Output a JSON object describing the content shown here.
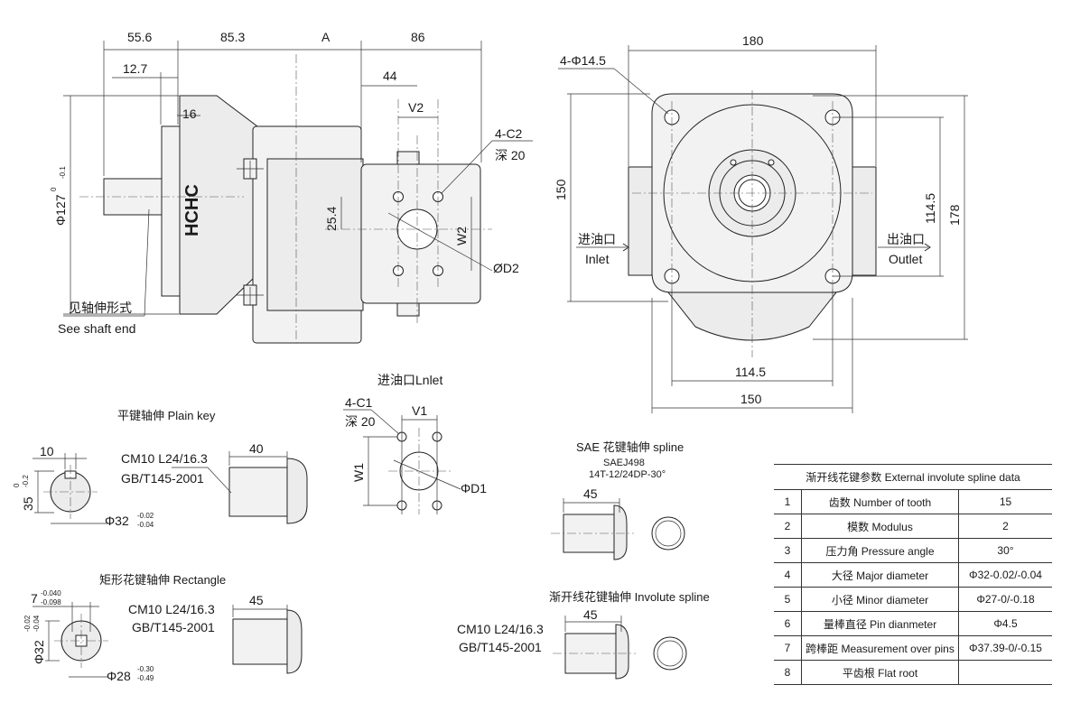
{
  "brand": "HCHC",
  "side_view": {
    "dims": {
      "d55_6": "55.6",
      "d85_3": "85.3",
      "dA": "A",
      "d86": "86",
      "d12_7": "12.7",
      "d16": "16",
      "d44": "44",
      "dV2": "V2",
      "dW2": "W2",
      "d25_4": "25.4",
      "dD2": "ØD2"
    },
    "dia127": "Φ127",
    "dia127_tol_top": "0",
    "dia127_tol_bot": "-0.1",
    "chamfer": "4-C2",
    "depth": "深 20",
    "shaft_note_cn": "见轴伸形式",
    "shaft_note_en": "See shaft end"
  },
  "front_view": {
    "d180": "180",
    "holes": "4-Φ14.5",
    "d150v": "150",
    "d114_5v": "114.5",
    "d178": "178",
    "d114_5h": "114.5",
    "d150h": "150",
    "inlet_cn": "进油口",
    "inlet_en": "Inlet",
    "outlet_cn": "出油口",
    "outlet_en": "Outlet"
  },
  "inlet_port": {
    "title": "进油口Lnlet",
    "chamfer": "4-C1",
    "depth": "深 20",
    "v1": "V1",
    "w1": "W1",
    "d1": "ΦD1"
  },
  "plain_key": {
    "title": "平键轴伸  Plain key",
    "d10": "10",
    "d40": "40",
    "cm": "CM10 L24/16.3",
    "gb": "GB/T145-2001",
    "d35": "35",
    "d35_tol_top": "0",
    "d35_tol_bot": "-0.2",
    "d32": "Φ32",
    "d32_tol_top": "-0.02",
    "d32_tol_bot": "-0.04"
  },
  "rect_spline": {
    "title": "矩形花键轴伸  Rectangle",
    "d7": "7",
    "d7_tol_top": "-0.040",
    "d7_tol_bot": "-0.098",
    "d45": "45",
    "cm": "CM10 L24/16.3",
    "gb": "GB/T145-2001",
    "d32": "Φ32",
    "d32_tol_top": "-0.02",
    "d32_tol_bot": "-0.04",
    "d28": "Φ28",
    "d28_tol_top": "-0.30",
    "d28_tol_bot": "-0.49"
  },
  "sae_spline": {
    "title": "SAE 花键轴伸  spline",
    "std": "SAEJ498",
    "spec": "14T-12/24DP-30°",
    "d45": "45"
  },
  "involute_spline": {
    "title": "渐开线花键轴伸  Involute spline",
    "d45": "45",
    "cm": "CM10 L24/16.3",
    "gb": "GB/T145-2001"
  },
  "spline_table": {
    "title": "渐开线花键参数  External involute spline data",
    "rows": [
      {
        "no": "1",
        "name": "齿数 Number of tooth",
        "value": "15"
      },
      {
        "no": "2",
        "name": "模数 Modulus",
        "value": "2"
      },
      {
        "no": "3",
        "name": "压力角 Pressure angle",
        "value": "30°"
      },
      {
        "no": "4",
        "name": "大径 Major diameter",
        "value": "Φ32-0.02/-0.04"
      },
      {
        "no": "5",
        "name": "小径 Minor diameter",
        "value": "Φ27-0/-0.18"
      },
      {
        "no": "6",
        "name": "量棒直径 Pin dianmeter",
        "value": "Φ4.5"
      },
      {
        "no": "7",
        "name": "跨棒距 Measurement over pins",
        "value": "Φ37.39-0/-0.15"
      },
      {
        "no": "8",
        "name": "平齿根 Flat root",
        "value": ""
      }
    ]
  }
}
